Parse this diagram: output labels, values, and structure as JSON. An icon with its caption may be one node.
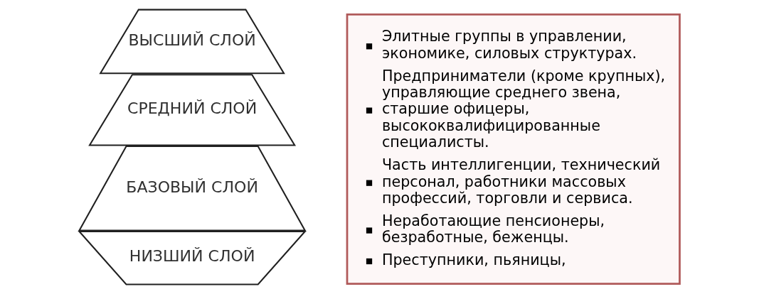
{
  "diagram": {
    "nodes": [
      {
        "text": [
          "ВЫСШИЙ СЛОЙ"
        ]
      },
      {
        "text": [
          "СРЕДНИЙ СЛОЙ"
        ]
      },
      {
        "text": [
          "БАЗОВЫЙ СЛОЙ"
        ]
      },
      {
        "text": [
          "НИЗШИЙ СЛОЙ"
        ]
      },
      {
        "text": [
          "Элитные группы в управлении, экономике, силовых структурах.",
          "Предприниматели (кроме крупных), управляющие среднего звена, старшие офицеры, высококвалифицированные специалисты.",
          "Часть интеллигенции, технический персонал, работники массовых профессий, торговли и сервиса.",
          "Неработающие пенсионеры, безработные, беженцы.",
          "Преступники, пьяницы,"
        ]
      }
    ],
    "edges": []
  }
}
